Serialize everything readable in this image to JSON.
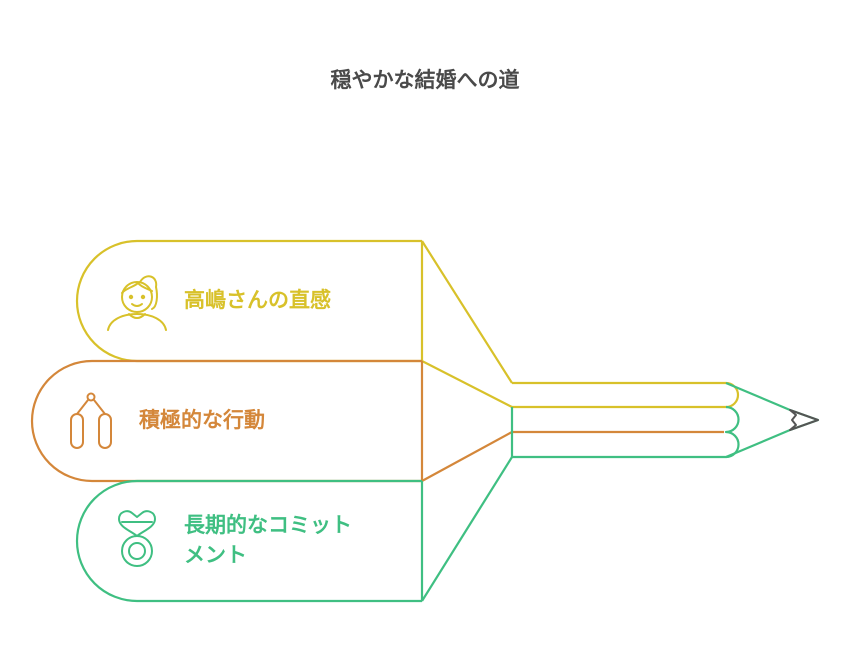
{
  "title": "穏やかな結婚への道",
  "items": [
    {
      "label": "高嶋さんの直感",
      "color": "#d8c12a",
      "icon": "woman-face-icon"
    },
    {
      "label": "積極的な行動",
      "color": "#d4873a",
      "icon": "jump-rope-icon"
    },
    {
      "label": "長期的なコミットメント",
      "label_lines": [
        "長期的なコミット",
        "メント"
      ],
      "color": "#3fbf82",
      "icon": "heart-ring-icon"
    }
  ],
  "pencil_tip_color": "#555555"
}
